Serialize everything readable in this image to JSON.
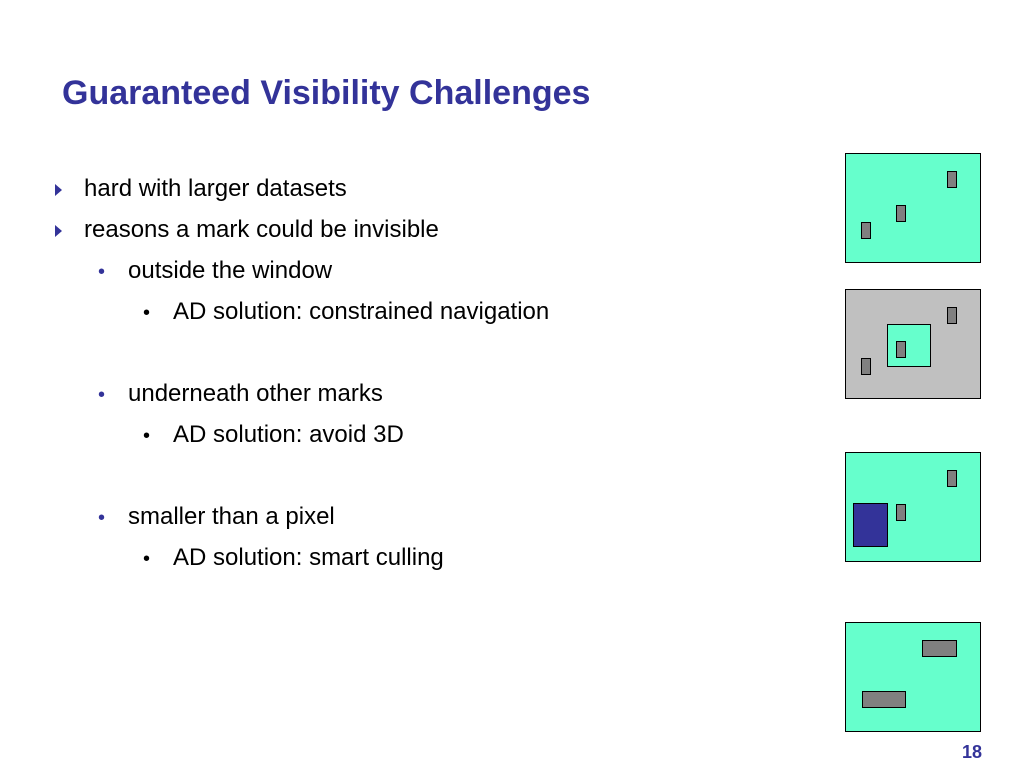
{
  "slide": {
    "title": "Guaranteed Visibility Challenges",
    "page_number": "18",
    "accent_color": "#333399",
    "panel_fill_color": "#66ffcc",
    "panel_grey_color": "#c0c0c0",
    "mark_color": "#808080",
    "highlight_mark_color": "#333399"
  },
  "bullets": [
    {
      "text": "hard with larger datasets"
    },
    {
      "text": "reasons a mark could be invisible"
    }
  ],
  "subbullets": [
    {
      "text": "outside the window",
      "solution": "AD solution: constrained navigation"
    },
    {
      "text": "underneath other marks",
      "solution": "AD solution: avoid 3D"
    },
    {
      "text": "smaller than a pixel",
      "solution": "AD solution: smart culling"
    }
  ]
}
